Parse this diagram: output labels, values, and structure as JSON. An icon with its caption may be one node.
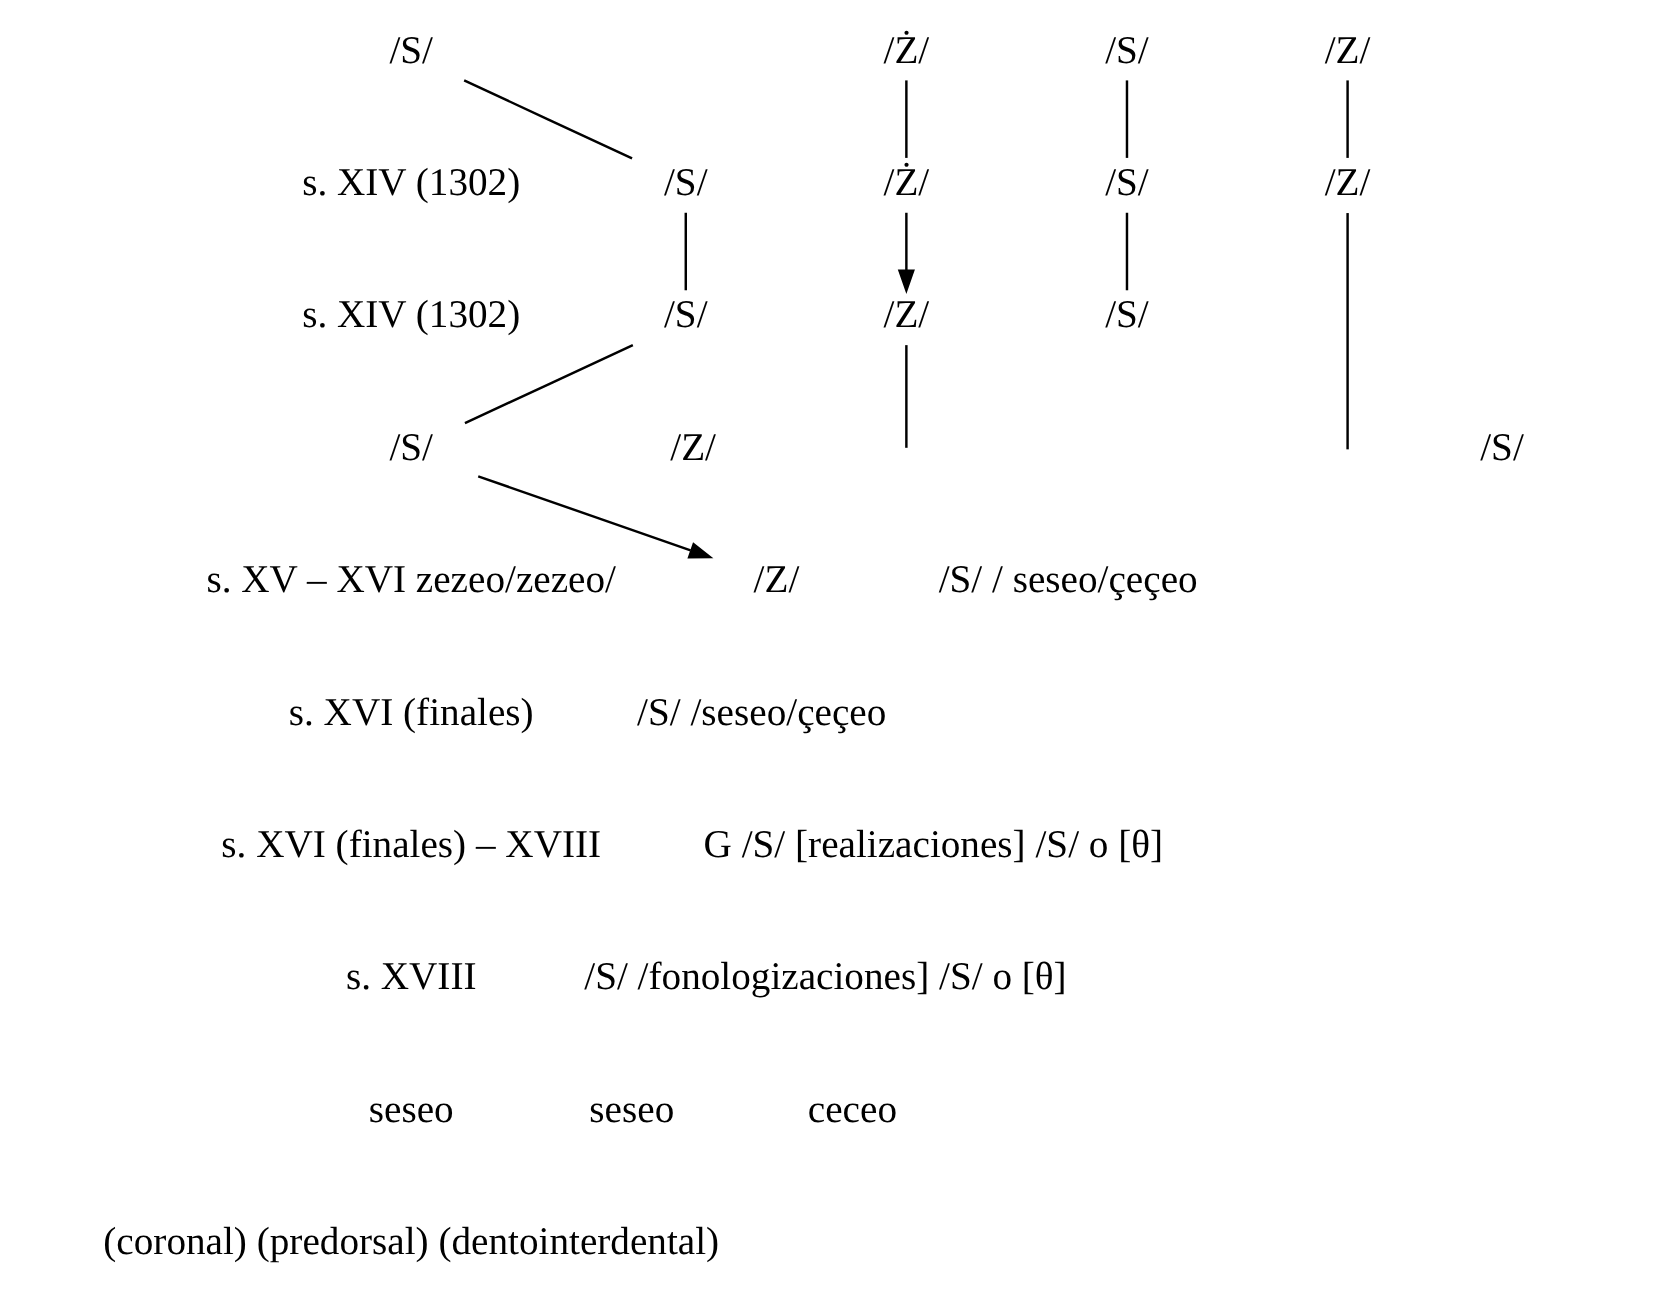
{
  "diagram": {
    "nodes": [
      {
        "text": [
          "/S/"
        ]
      },
      {
        "text": [
          "/Ż/"
        ]
      },
      {
        "text": [
          "/S/"
        ]
      },
      {
        "text": [
          "/Z/"
        ]
      },
      {
        "text": [
          "/S/"
        ]
      },
      {
        "text": [
          "/Ż/"
        ]
      },
      {
        "text": [
          "/S/"
        ]
      },
      {
        "text": [
          "/Z/"
        ]
      },
      {
        "text": [
          "/S/"
        ]
      },
      {
        "text": [
          "/Z/"
        ]
      },
      {
        "text": [
          "/S/"
        ]
      },
      {
        "text": [
          "/S/"
        ]
      },
      {
        "text": [
          "/Z/"
        ]
      },
      {
        "text": [
          "/S/"
        ]
      },
      {
        "text": [
          "/Z/"
        ]
      }
    ],
    "edges": [
      {
        "from": 0,
        "to": 4,
        "arrow": "none"
      },
      {
        "from": 1,
        "to": 5,
        "arrow": "none"
      },
      {
        "from": 2,
        "to": 6,
        "arrow": "none"
      },
      {
        "from": 3,
        "to": 7,
        "arrow": "none"
      },
      {
        "from": 4,
        "to": 8,
        "arrow": "none"
      },
      {
        "from": 5,
        "to": 9,
        "arrow": "to"
      },
      {
        "from": 6,
        "to": 10,
        "arrow": "none"
      },
      {
        "from": 7,
        "to": null,
        "arrow": "none"
      },
      {
        "from": 8,
        "to": 11,
        "arrow": "none"
      },
      {
        "from": 9,
        "to": null,
        "arrow": "none"
      },
      {
        "from": 11,
        "to": 14,
        "arrow": "to"
      }
    ],
    "labels": [
      "s. XIV (1302)",
      "s. XIV (1302)",
      "s. XV – XVI zezeo/zezeo/",
      "/S/ / seseo/çeçeo",
      "s. XVI (finales)",
      "/S/ /seseo/çeçeo",
      "s. XVI (finales) – XVIII",
      "G /S/ [realizaciones] /S/ o [θ]",
      "s. XVIII",
      "/S/ /fonologizaciones] /S/ o [θ]",
      "seseo",
      "seseo",
      "ceceo",
      "(coronal) (predorsal) (dentointerdental)"
    ]
  }
}
